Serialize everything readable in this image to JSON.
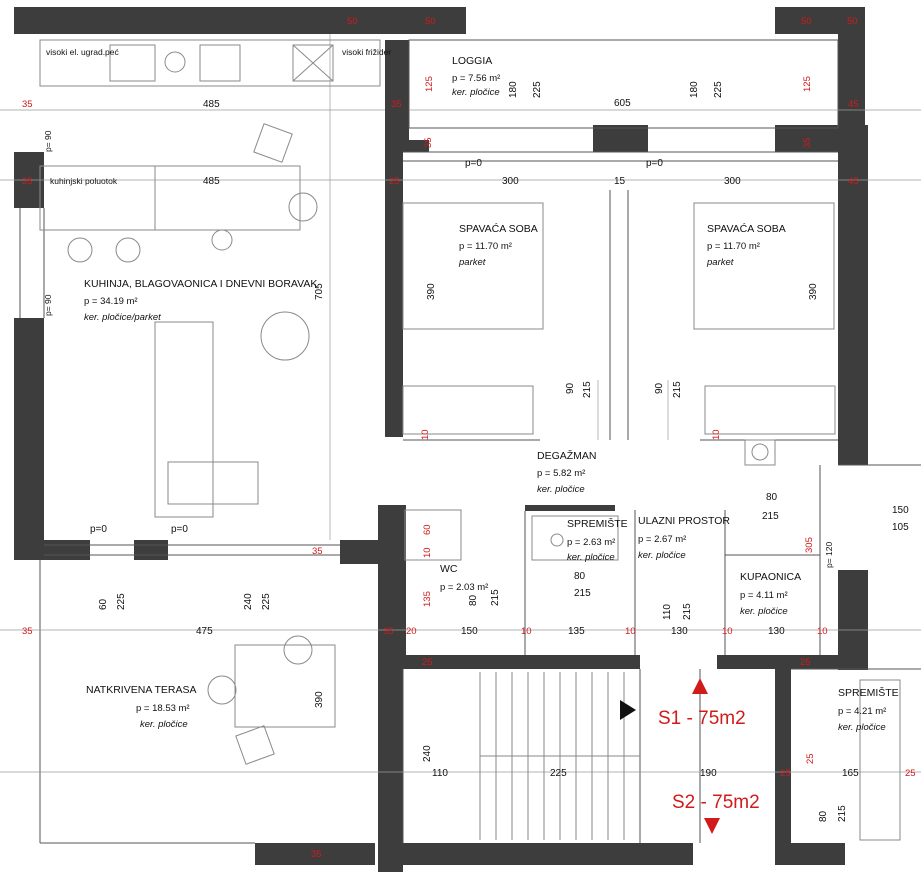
{
  "rooms": {
    "loggia": {
      "title": "LOGGIA",
      "area": "p = 7.56 m²",
      "floor": "ker. pločice"
    },
    "kitchen": {
      "title": "KUHINJA, BLAGOVAONICA I DNEVNI BORAVAK",
      "area": "p = 34.19 m²",
      "floor": "ker. pločice/parket"
    },
    "bedroom1": {
      "title": "SPAVAĆA SOBA",
      "area": "p = 11.70 m²",
      "floor": "parket"
    },
    "bedroom2": {
      "title": "SPAVAĆA SOBA",
      "area": "p = 11.70 m²",
      "floor": "parket"
    },
    "hallway": {
      "title": "DEGAŽMAN",
      "area": "p = 5.82 m²",
      "floor": "ker. pločice"
    },
    "storage1": {
      "title": "SPREMIŠTE",
      "area": "p = 2.63 m²",
      "floor": "ker. pločice"
    },
    "entrance": {
      "title": "ULAZNI PROSTOR",
      "area": "p = 2.67 m²",
      "floor": "ker. pločice"
    },
    "wc": {
      "title": "WC",
      "area": "p = 2.03 m²"
    },
    "bathroom": {
      "title": "KUPAONICA",
      "area": "p = 4.11 m²",
      "floor": "ker. pločice"
    },
    "terrace": {
      "title": "NATKRIVENA TERASA",
      "area": "p = 18.53 m²",
      "floor": "ker. pločice"
    },
    "storage2": {
      "title": "SPREMIŠTE",
      "area": "p = 4.21 m²",
      "floor": "ker. pločice"
    }
  },
  "fixtures": {
    "oven": "visoki el. ugrad.peć",
    "fridge": "visoki frižider",
    "island": "kuhinjski poluotok"
  },
  "flats": {
    "s1": "S1 - 75m2",
    "s2": "S2 - 75m2"
  },
  "black_dims": {
    "d180a": "180",
    "d225a": "225",
    "d605": "605",
    "d180b": "180",
    "d225b": "225",
    "p0a": "p=0",
    "p0b": "p=0",
    "d300a": "300",
    "d15": "15",
    "d300b": "300",
    "d485": "485",
    "d485b": "485",
    "d705": "705",
    "d90a": "90",
    "d215a": "215",
    "d90b": "90",
    "d215b": "215",
    "d80a": "80",
    "d215c": "215",
    "d150": "150",
    "d105": "105",
    "p0c": "p=0",
    "p0d": "p=0",
    "d60": "60",
    "d225c": "225",
    "d240a": "240",
    "d225d": "225",
    "d475": "475",
    "d80b": "80",
    "d215d": "215",
    "d80c": "80",
    "d215e": "215",
    "d110": "110",
    "d215f": "215",
    "d150b": "150",
    "d135": "135",
    "d130a": "130",
    "d130b": "130",
    "d390a": "390",
    "d390b": "390",
    "d390c": "390",
    "d240b": "240",
    "d110b": "110",
    "d225e": "225",
    "d190": "190",
    "d165": "165",
    "d80d": "80",
    "d215g": "215",
    "p90a": "p= 90",
    "p90b": "p= 90",
    "p120": "p= 120"
  },
  "red_dims": {
    "r50a": "50",
    "r50b": "50",
    "r50c": "50",
    "r50d": "50",
    "r35a": "35",
    "r35b": "35",
    "r125a": "125",
    "r125b": "125",
    "r45a": "45",
    "r45b": "45",
    "r35c": "35",
    "r25a": "25",
    "r35d": "35",
    "r35e": "35",
    "r10a": "10",
    "r10b": "10",
    "r60": "60",
    "r10c": "10",
    "r135": "135",
    "r305": "305",
    "r35f": "35",
    "r35g": "35",
    "r20": "20",
    "r10d": "10",
    "r10e": "10",
    "r10f": "10",
    "r10g": "10",
    "r25b": "25",
    "r25c": "25",
    "r25d": "25",
    "r25e": "25",
    "r25f": "25",
    "r35h": "35",
    "r35i": "35"
  },
  "colors": {
    "wall": "#3d3d3d",
    "accent": "#d11b1b"
  }
}
